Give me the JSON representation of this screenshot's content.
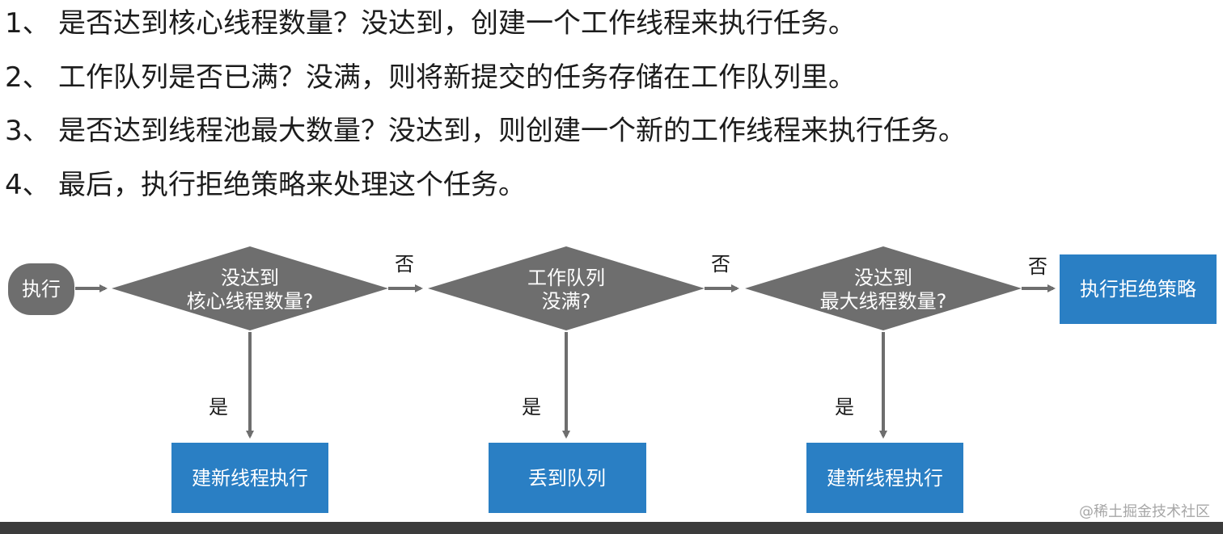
{
  "steps": [
    {
      "num": "1、",
      "text": "是否达到核心线程数量？没达到，创建一个工作线程来执行任务。"
    },
    {
      "num": "2、",
      "text": "工作队列是否已满？没满，则将新提交的任务存储在工作队列里。"
    },
    {
      "num": "3、",
      "text": "是否达到线程池最大数量？没达到，则创建一个新的工作线程来执行任务。"
    },
    {
      "num": "4、",
      "text": "最后，执行拒绝策略来处理这个任务。"
    }
  ],
  "flowchart": {
    "start": "执行",
    "decisions": [
      {
        "line1": "没达到",
        "line2": "核心线程数量?"
      },
      {
        "line1": "工作队列",
        "line2": "没满?"
      },
      {
        "line1": "没达到",
        "line2": "最大线程数量?"
      }
    ],
    "outcomes": [
      "建新线程执行",
      "丢到队列",
      "建新线程执行"
    ],
    "final": "执行拒绝策略",
    "yes_label": "是",
    "no_label": "否"
  },
  "watermark": "@稀土掘金技术社区",
  "colors": {
    "shape_gray": "#6e6e6e",
    "box_blue": "#2a7fc4",
    "arrow_gray": "#6e6e6e",
    "text": "#1c1c1c"
  }
}
